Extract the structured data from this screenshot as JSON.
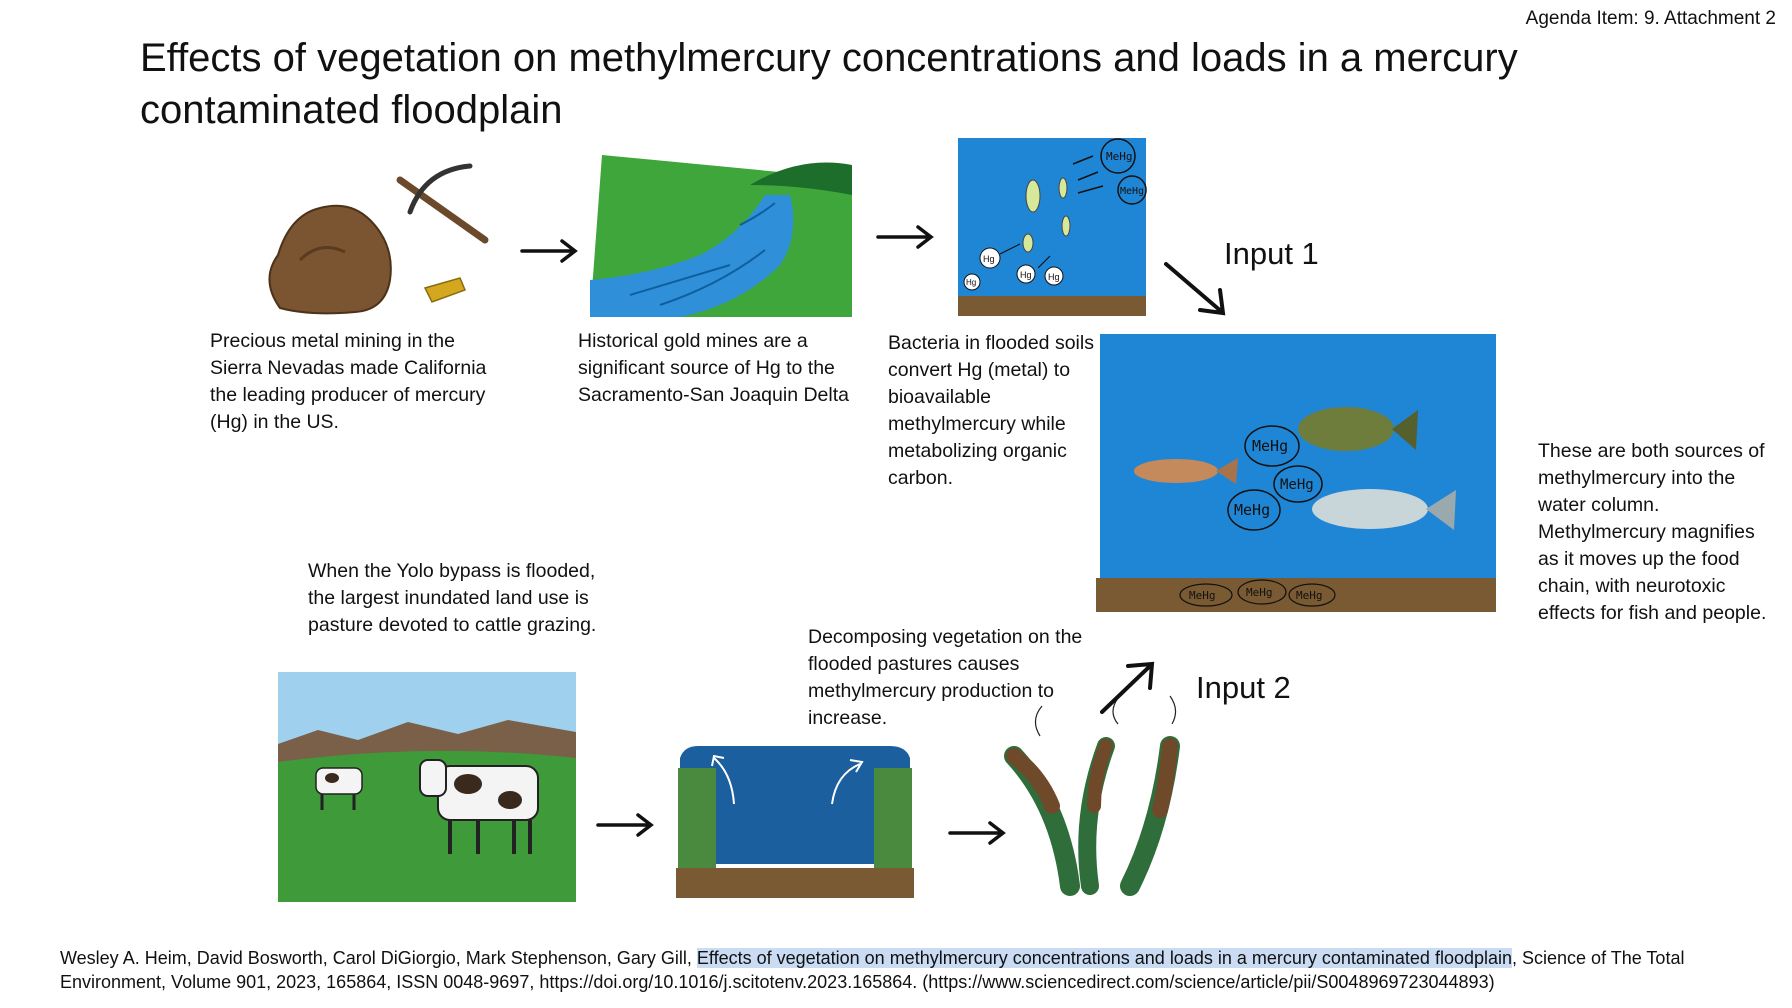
{
  "header": {
    "agenda": "Agenda Item: 9. Attachment 2",
    "title": "Effects of vegetation on methylmercury concentrations and loads in a mercury contaminated floodplain"
  },
  "captions": {
    "mining": "Precious metal mining in the Sierra Nevadas made California the leading producer of mercury (Hg) in the US.",
    "mines": "Historical gold mines are a significant source of Hg to the Sacramento-San Joaquin Delta",
    "bacteria": "Bacteria in flooded soils convert Hg (metal) to bioavailable methylmercury while metabolizing organic carbon.",
    "sources": "These are both sources of methylmercury into the water column. Methylmercury magnifies as it moves up the food chain, with neurotoxic effects for fish and people.",
    "yolo": "When the Yolo bypass is flooded, the largest inundated land use is pasture devoted to cattle grazing.",
    "decomposing": "Decomposing vegetation on the flooded pastures causes methylmercury production to increase."
  },
  "inputs": {
    "input1": "Input 1",
    "input2": "Input 2"
  },
  "symbols": {
    "hg": "Hg",
    "mehg": "MeHg"
  },
  "citation": {
    "authors": "Wesley A. Heim, David Bosworth, Carol DiGiorgio, Mark Stephenson, Gary Gill, ",
    "title": "Effects of vegetation on methylmercury concentrations and loads in a mercury contaminated floodplain",
    "rest": ", Science of The Total Environment, Volume 901, 2023,  165864,  ISSN 0048-9697,  https://doi.org/10.1016/j.scitotenv.2023.165864.  (https://www.sciencedirect.com/science/article/pii/S0048969723044893)"
  },
  "colors": {
    "water_blue": "#1f86d6",
    "soil_brown": "#7a5a32",
    "grass_green": "#3ea63a",
    "river_blue": "#2f8fd8",
    "highlight": "#c9dcf3"
  }
}
